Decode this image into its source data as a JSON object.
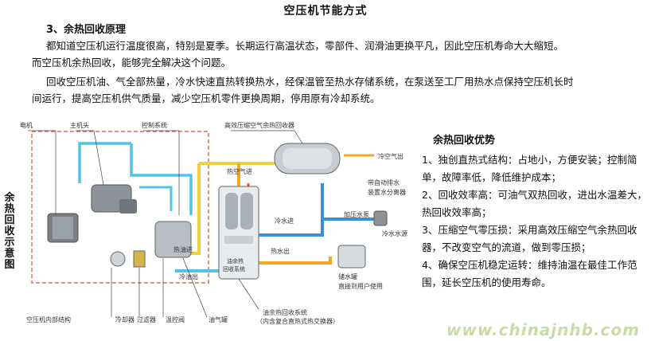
{
  "title": "空压机节能方式",
  "section_heading": "3、余热回收原理",
  "para1": {
    "line1": "都知道空压机运行温度很高，特别是夏季。长期运行高温状态，零部件、润滑油更换平凡，因此空压机寿命大大缩短。",
    "line2": "而空压机余热回收，能够完全解决这个问题。"
  },
  "para2": {
    "line1": "回收空压机油、气全部热量，冷水快速直热转换热水，经保温管至热水存储系统，在泵送至工厂用热水点保持空压机长时",
    "line2": "间运行，提高空压机供气质量，减少空压机零件更换周期，停用原有冷却系统。"
  },
  "side_label": "余热回收示意图",
  "diagram": {
    "labels": {
      "motor": "电机",
      "main_head": "主机头",
      "control": "控制系统",
      "heat_recovery_unit": "高效压缩空气余热回收器",
      "air_out": "冷空气出",
      "hot_air_in": "热空气进",
      "drain": "带自动排水",
      "separator": "装置水分离器",
      "booster_pump": "加压水泵",
      "cold_water_in": "冷水进",
      "cold_water_source": "冷水水源",
      "hot_water_out": "热水出",
      "hot_oil_in": "热油进",
      "cold_oil_out": "冷油出",
      "oil_system_1": "油余热",
      "oil_system_2": "回收系统",
      "storage_tank": "储水罐",
      "storage_desc": "直接到用户使用",
      "internal": "空压机内部结构",
      "cooler": "冷却器",
      "filter": "过滤器",
      "thermo_valve": "温控阀",
      "oil_gas_tank": "油气罐",
      "oil_recovery_1": "油余热回收系统",
      "oil_recovery_2": "（内含复合直热式热交换器）"
    }
  },
  "advantages": {
    "title": "余热回收优势",
    "items": [
      "1、独创直热式结构：占地小，方便安装；控制简单，故障率低，降低维护成本；",
      "2、回收效率高：可油气双热回收，进出水温差大，热回收效率高；",
      "3、压缩空气零压损：采用高效压缩空气余热回收器，不改变空气的流道，做到零压损；",
      "4、确保空压机稳定运转：维持油温在最佳工作范围，延长空压机的使用寿命。"
    ]
  },
  "watermark": "www.chinajnhb.com",
  "colors": {
    "hot": "#f5a623",
    "hot_red": "#e8503a",
    "cold": "#3a8fd9",
    "cyan": "#4fc3e8",
    "yellow": "#f2d23c",
    "frame": "#e26a5a"
  }
}
